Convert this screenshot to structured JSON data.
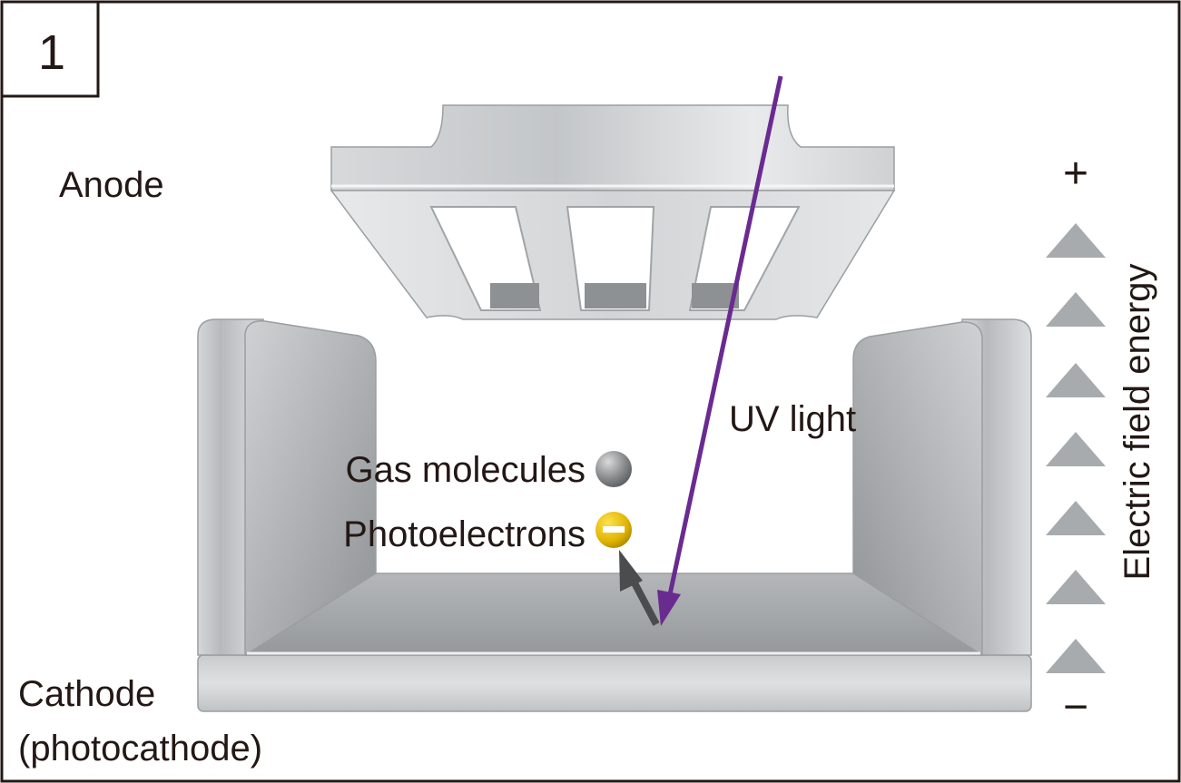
{
  "panel_number": "1",
  "labels": {
    "anode": "Anode",
    "cathode_line1": "Cathode",
    "cathode_line2": "(photocathode)",
    "uv_light": "UV light",
    "gas_molecules": "Gas molecules",
    "photoelectrons": "Photoelectrons",
    "electric_field": "Electric field energy",
    "plus": "+",
    "minus": "−"
  },
  "colors": {
    "uv_arrow": "#6a2b91",
    "gas_molecule": "#8a8c8e",
    "photoelectron": "#e0b400",
    "field_triangle": "#a7abad",
    "border": "#231815",
    "electrode_light": "#e6e7e8",
    "electrode_dark": "#a9abad"
  },
  "field_indicator": {
    "triangle_count": 7
  }
}
